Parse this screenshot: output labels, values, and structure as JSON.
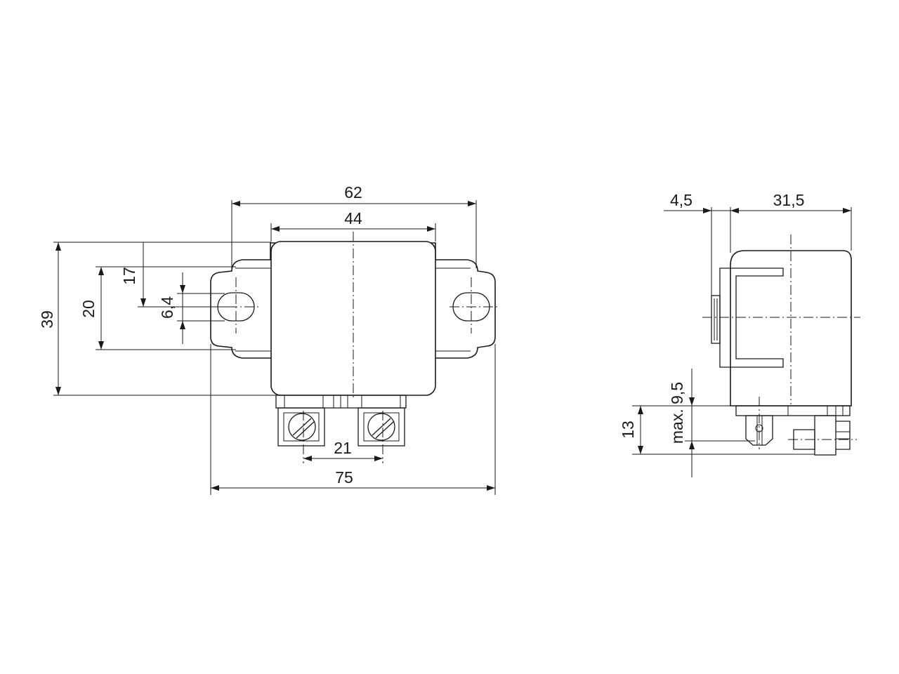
{
  "front_view": {
    "dimensions": {
      "overall_width_62": "62",
      "body_width_44": "44",
      "total_width_75": "75",
      "terminal_spacing_21": "21",
      "height_39": "39",
      "hole_spacing_20": "20",
      "slot_height_17": "17",
      "slot_width_6_4": "6,4"
    }
  },
  "side_view": {
    "dimensions": {
      "flange_4_5": "4,5",
      "depth_31_5": "31,5",
      "terminal_13": "13",
      "max_9_5": "max. 9,5"
    }
  }
}
